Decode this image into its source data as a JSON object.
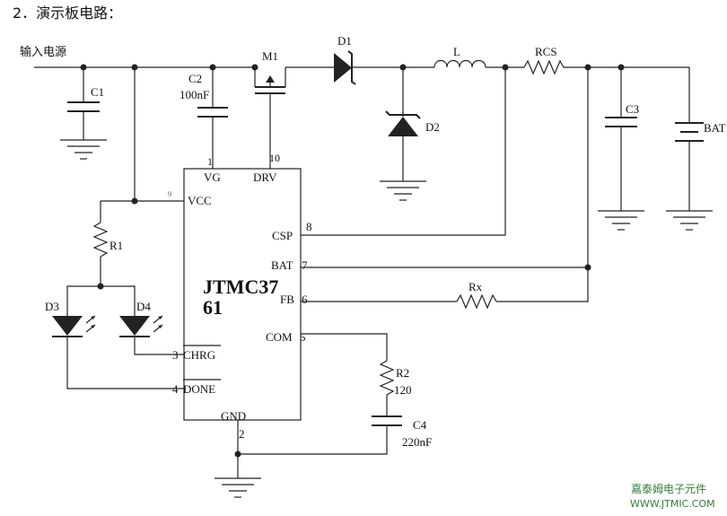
{
  "heading": "2．演示板电路：",
  "input_label": "输入电源",
  "chip": {
    "line1": "JTMC37",
    "line2": "61"
  },
  "pins": {
    "vg": "VG",
    "vg_num": "1",
    "drv": "DRV",
    "drv_num": "10",
    "vcc": "VCC",
    "vcc_num": "9",
    "csp": "CSP",
    "csp_num": "8",
    "bat": "BAT",
    "bat_num": "7",
    "fb": "FB",
    "fb_num": "6",
    "com": "COM",
    "com_num": "5",
    "chrg": "CHRG",
    "chrg_num": "3",
    "done": "DONE",
    "done_num": "4",
    "gnd": "GND",
    "gnd_num": "2"
  },
  "components": {
    "c1": "C1",
    "c2": "C2",
    "c2_value": "100nF",
    "m1": "M1",
    "d1": "D1",
    "l": "L",
    "rcs": "RCS",
    "c3": "C3",
    "bat": "BAT",
    "d2": "D2",
    "r1": "R1",
    "d3": "D3",
    "d4": "D4",
    "rx": "Rx",
    "r2": "R2",
    "r2_value": "120",
    "c4": "C4",
    "c4_value": "220nF"
  },
  "watermark": {
    "cn": "嘉泰姆电子元件",
    "url": "WWW.JTMIC.COM"
  }
}
